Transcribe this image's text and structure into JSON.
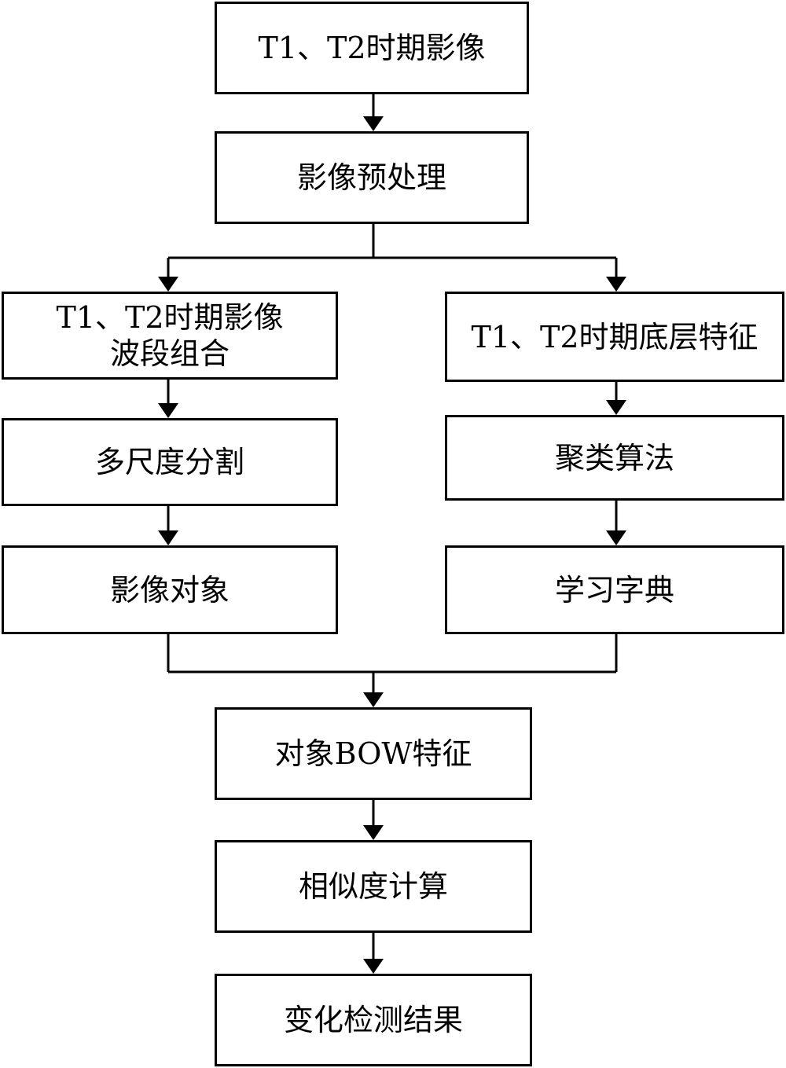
{
  "nodes": {
    "images": "T1、T2时期影像",
    "preprocess": "影像预处理",
    "band_combo": "T1、T2时期影像\n波段组合",
    "low_features": "T1、T2时期底层特征",
    "segmentation": "多尺度分割",
    "clustering": "聚类算法",
    "objects": "影像对象",
    "dictionary": "学习字典",
    "bow": "对象BOW特征",
    "similarity": "相似度计算",
    "result": "变化检测结果"
  }
}
